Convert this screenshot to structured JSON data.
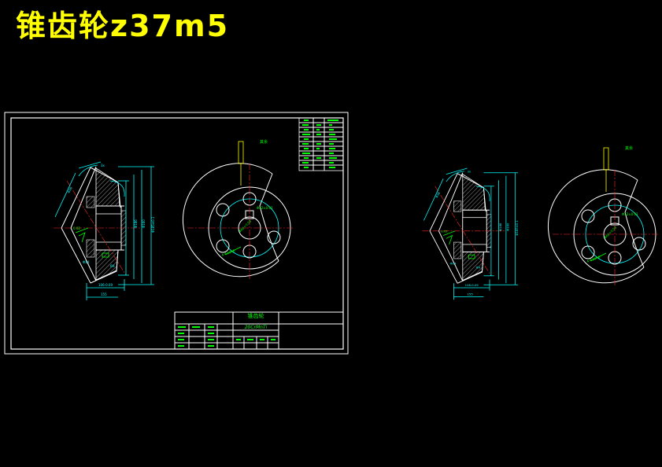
{
  "title": "锥齿轮z37m5",
  "title_color": "#ffff00",
  "title_block": {
    "part_name": "锥齿轮",
    "material": "20CrMnTi"
  },
  "colors": {
    "background": "#000000",
    "outline": "#ffffff",
    "dimension": "#00ffff",
    "centerline": "#ff2a2a",
    "annotation": "#00ff00",
    "datum": "#ffff00"
  }
}
